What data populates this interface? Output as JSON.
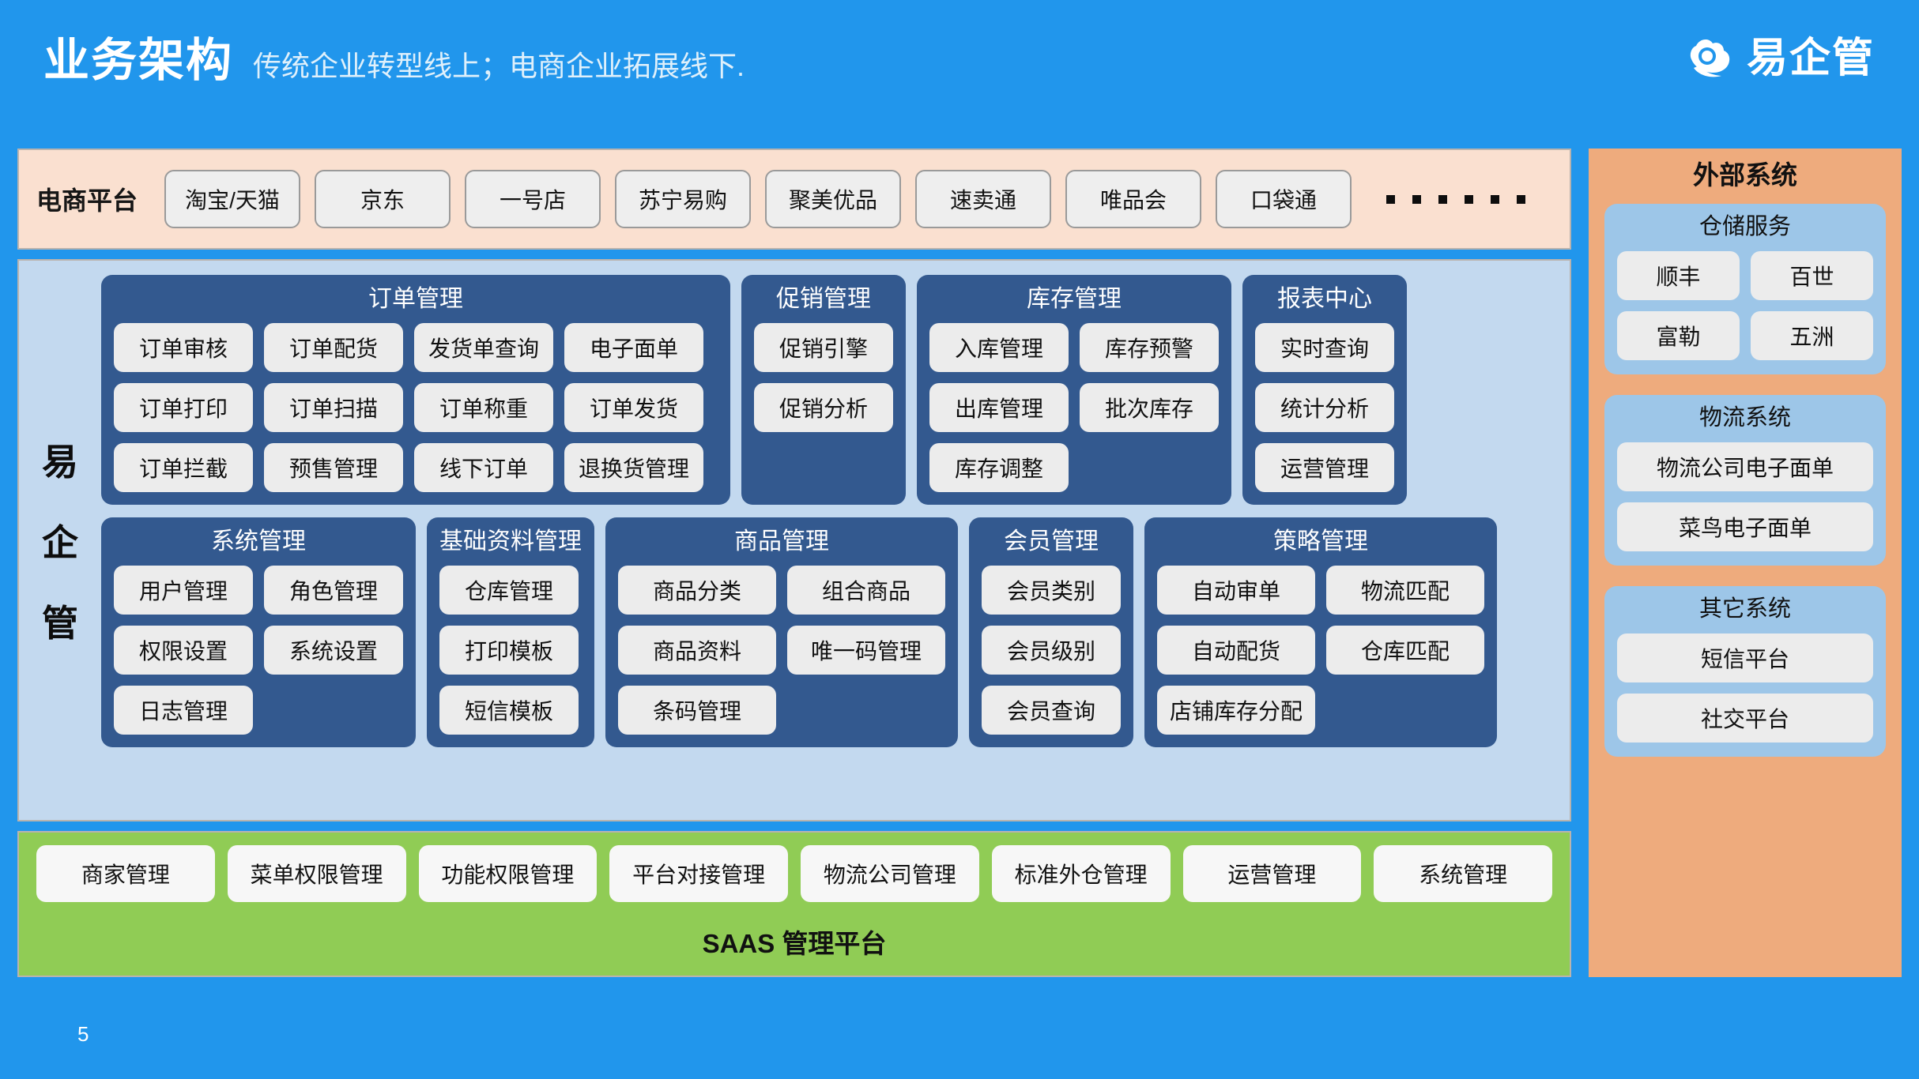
{
  "header": {
    "title": "业务架构",
    "subtitle": "传统企业转型线上；电商企业拓展线下.",
    "brand_name": "易企管",
    "brand_icon": "cloud-circle-logo-icon"
  },
  "colors": {
    "page_background": "#2196ec",
    "ecom_bar": "#fae0d0",
    "core_panel": "#c3d9ef",
    "group_blue": "#33598f",
    "item_gray": "#ececec",
    "saas_green": "#90cc55",
    "external_orange": "#eeab7d",
    "external_group_blue": "#9dc6e8"
  },
  "ecommerce": {
    "label": "电商平台",
    "platforms": [
      "淘宝/天猫",
      "京东",
      "一号店",
      "苏宁易购",
      "聚美优品",
      "速卖通",
      "唯品会",
      "口袋通"
    ],
    "ellipsis_dots": 6
  },
  "core": {
    "vertical_label": [
      "易",
      "企",
      "管"
    ],
    "row1": [
      {
        "title": "订单管理",
        "columns": 4,
        "items": [
          "订单审核",
          "订单配货",
          "发货单查询",
          "电子面单",
          "订单打印",
          "订单扫描",
          "订单称重",
          "订单发货",
          "订单拦截",
          "预售管理",
          "线下订单",
          "退换货管理"
        ]
      },
      {
        "title": "促销管理",
        "columns": 1,
        "items": [
          "促销引擎",
          "促销分析"
        ]
      },
      {
        "title": "库存管理",
        "columns": 2,
        "items": [
          "入库管理",
          "库存预警",
          "出库管理",
          "批次库存",
          "库存调整"
        ]
      },
      {
        "title": "报表中心",
        "columns": 1,
        "items": [
          "实时查询",
          "统计分析",
          "运营管理"
        ]
      }
    ],
    "row2": [
      {
        "title": "系统管理",
        "columns": 2,
        "items": [
          "用户管理",
          "角色管理",
          "权限设置",
          "系统设置",
          "日志管理"
        ]
      },
      {
        "title": "基础资料管理",
        "columns": 1,
        "items": [
          "仓库管理",
          "打印模板",
          "短信模板"
        ]
      },
      {
        "title": "商品管理",
        "columns": 2,
        "items": [
          "商品分类",
          "组合商品",
          "商品资料",
          "唯一码管理",
          "条码管理"
        ]
      },
      {
        "title": "会员管理",
        "columns": 1,
        "items": [
          "会员类别",
          "会员级别",
          "会员查询"
        ]
      },
      {
        "title": "策略管理",
        "columns": 2,
        "items": [
          "自动审单",
          "物流匹配",
          "自动配货",
          "仓库匹配",
          "店铺库存分配"
        ]
      }
    ]
  },
  "saas": {
    "title": "SAAS 管理平台",
    "items": [
      "商家管理",
      "菜单权限管理",
      "功能权限管理",
      "平台对接管理",
      "物流公司管理",
      "标准外仓管理",
      "运营管理",
      "系统管理"
    ]
  },
  "external": {
    "title": "外部系统",
    "groups": [
      {
        "title": "仓储服务",
        "layout": "half",
        "items": [
          "顺丰",
          "百世",
          "富勒",
          "五洲"
        ]
      },
      {
        "title": "物流系统",
        "layout": "full",
        "items": [
          "物流公司电子面单",
          "菜鸟电子面单"
        ]
      },
      {
        "title": "其它系统",
        "layout": "full",
        "items": [
          "短信平台",
          "社交平台"
        ]
      }
    ]
  },
  "footer": {
    "page_number": "5"
  }
}
